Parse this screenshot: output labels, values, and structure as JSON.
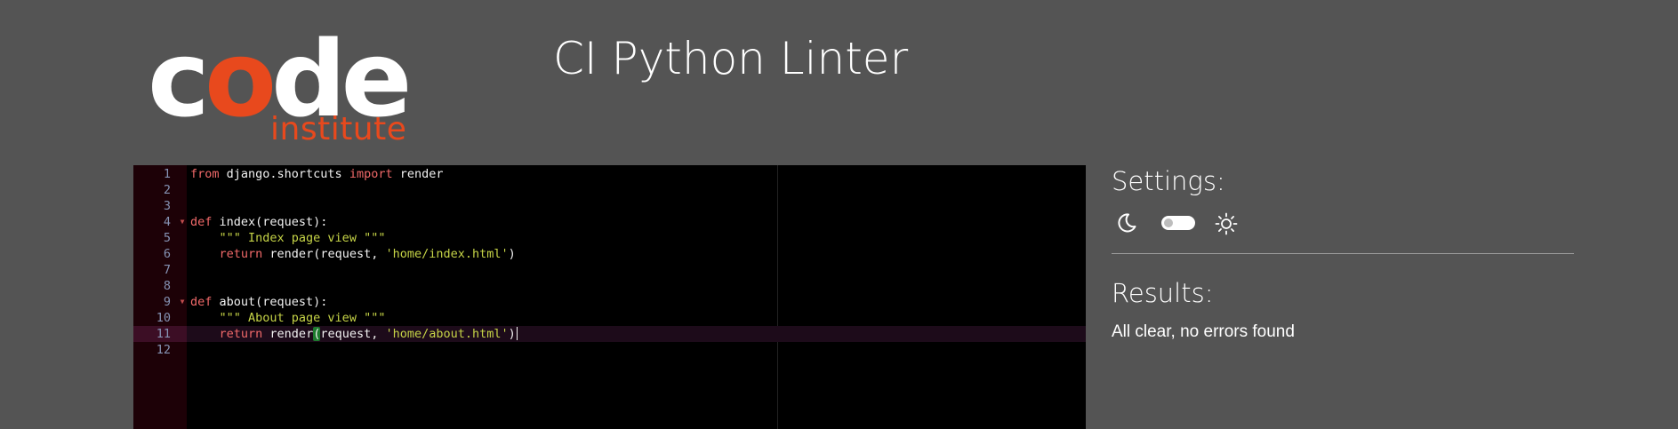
{
  "logo": {
    "word_c": "c",
    "word_o": "o",
    "word_de": "de",
    "sub": "institute"
  },
  "header": {
    "title": "CI Python Linter"
  },
  "editor": {
    "lines": [
      {
        "num": "1",
        "fold": false,
        "active": false,
        "tokens": [
          {
            "t": "kw",
            "v": "from"
          },
          {
            "t": "tx",
            "v": " django.shortcuts "
          },
          {
            "t": "kw",
            "v": "import"
          },
          {
            "t": "tx",
            "v": " render"
          }
        ]
      },
      {
        "num": "2",
        "fold": false,
        "active": false,
        "tokens": []
      },
      {
        "num": "3",
        "fold": false,
        "active": false,
        "tokens": []
      },
      {
        "num": "4",
        "fold": true,
        "active": false,
        "tokens": [
          {
            "t": "kw",
            "v": "def"
          },
          {
            "t": "tx",
            "v": " index(request):"
          }
        ]
      },
      {
        "num": "5",
        "fold": false,
        "active": false,
        "tokens": [
          {
            "t": "tx",
            "v": "    "
          },
          {
            "t": "st",
            "v": "\"\"\" Index page view \"\"\""
          }
        ]
      },
      {
        "num": "6",
        "fold": false,
        "active": false,
        "tokens": [
          {
            "t": "tx",
            "v": "    "
          },
          {
            "t": "kw",
            "v": "return"
          },
          {
            "t": "tx",
            "v": " render(request, "
          },
          {
            "t": "st",
            "v": "'home/index.html'"
          },
          {
            "t": "tx",
            "v": ")"
          }
        ]
      },
      {
        "num": "7",
        "fold": false,
        "active": false,
        "tokens": []
      },
      {
        "num": "8",
        "fold": false,
        "active": false,
        "tokens": []
      },
      {
        "num": "9",
        "fold": true,
        "active": false,
        "tokens": [
          {
            "t": "kw",
            "v": "def"
          },
          {
            "t": "tx",
            "v": " about(request):"
          }
        ]
      },
      {
        "num": "10",
        "fold": false,
        "active": false,
        "tokens": [
          {
            "t": "tx",
            "v": "    "
          },
          {
            "t": "st",
            "v": "\"\"\" About page view \"\"\""
          }
        ]
      },
      {
        "num": "11",
        "fold": false,
        "active": true,
        "tokens": [
          {
            "t": "tx",
            "v": "    "
          },
          {
            "t": "kw",
            "v": "return"
          },
          {
            "t": "tx",
            "v": " render"
          },
          {
            "t": "bm",
            "v": "("
          },
          {
            "t": "tx",
            "v": "request, "
          },
          {
            "t": "st",
            "v": "'home/about.html'"
          },
          {
            "t": "tx",
            "v": ")"
          },
          {
            "t": "cursor",
            "v": ""
          }
        ]
      },
      {
        "num": "12",
        "fold": false,
        "active": false,
        "tokens": []
      }
    ]
  },
  "settings": {
    "heading": "Settings:",
    "icons": {
      "dark": "moon-icon",
      "toggle": "theme-toggle",
      "light": "sun-icon"
    },
    "toggle_on": false
  },
  "results": {
    "heading": "Results:",
    "message": "All clear, no errors found"
  },
  "colors": {
    "background": "#545454",
    "brand_orange": "#e8491d",
    "editor_bg": "#000000",
    "gutter_bg": "#1d0107",
    "keyword": "#f26a6a",
    "string": "#c6d447"
  }
}
